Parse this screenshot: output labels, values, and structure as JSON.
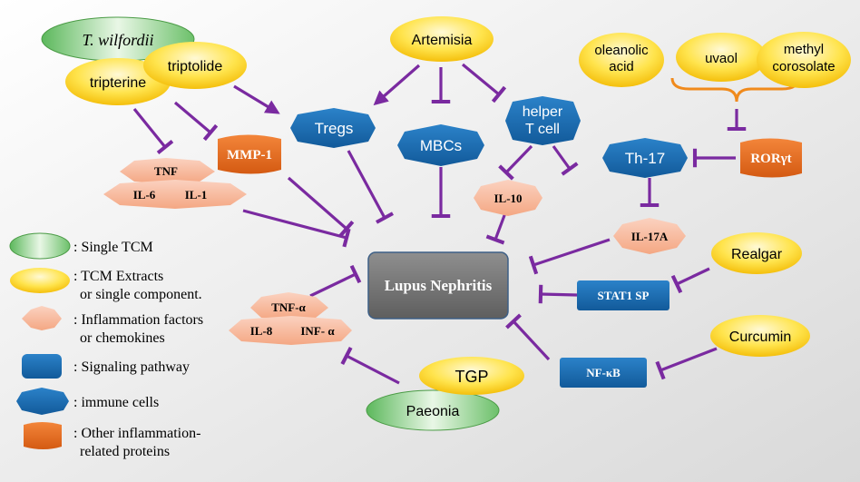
{
  "colors": {
    "arrow": "#7a2aa0",
    "single_tcm": "#6dbf5a",
    "tcm_extract": "#f5c400",
    "inflammation": "#f7b89a",
    "signaling": "#1f6fb5",
    "immune": "#1f6fb5",
    "other_protein": "#e8681e",
    "center": "#7f7f7f"
  },
  "nodes": {
    "t_wilfordii": "T. wilfordii",
    "tripterine": "tripterine",
    "triptolide": "triptolide",
    "artemisia": "Artemisia",
    "oleanolic_acid_1": "oleanolic",
    "oleanolic_acid_2": "acid",
    "uvaol": "uvaol",
    "methyl_corosolate_1": "methyl",
    "methyl_corosolate_2": "corosolate",
    "tregs": "Tregs",
    "mbcs": "MBCs",
    "helper_t_1": "helper",
    "helper_t_2": "T cell",
    "th17": "Th-17",
    "mmp1": "MMP-1",
    "rorgt": "RORγt",
    "tnf": "TNF",
    "il6": "IL-6",
    "il1": "IL-1",
    "il10": "IL-10",
    "il17a": "IL-17A",
    "lupus": "Lupus Nephritis",
    "realgar": "Realgar",
    "stat1": "STAT1 SP",
    "tnf_alpha": "TNF-α",
    "il8": "IL-8",
    "inf_alpha": "INF- α",
    "curcumin": "Curcumin",
    "nfkb": "NF-κB",
    "tgp": "TGP",
    "paeonia": "Paeonia"
  },
  "legend": {
    "single_tcm": ": Single TCM",
    "tcm_extracts_1": ": TCM Extracts",
    "tcm_extracts_2": "or single component.",
    "inflammation_1": ": Inflammation factors",
    "inflammation_2": "or chemokines",
    "signaling": ": Signaling pathway",
    "immune": ": immune cells",
    "other_1": ": Other inflammation-",
    "other_2": "related proteins"
  }
}
